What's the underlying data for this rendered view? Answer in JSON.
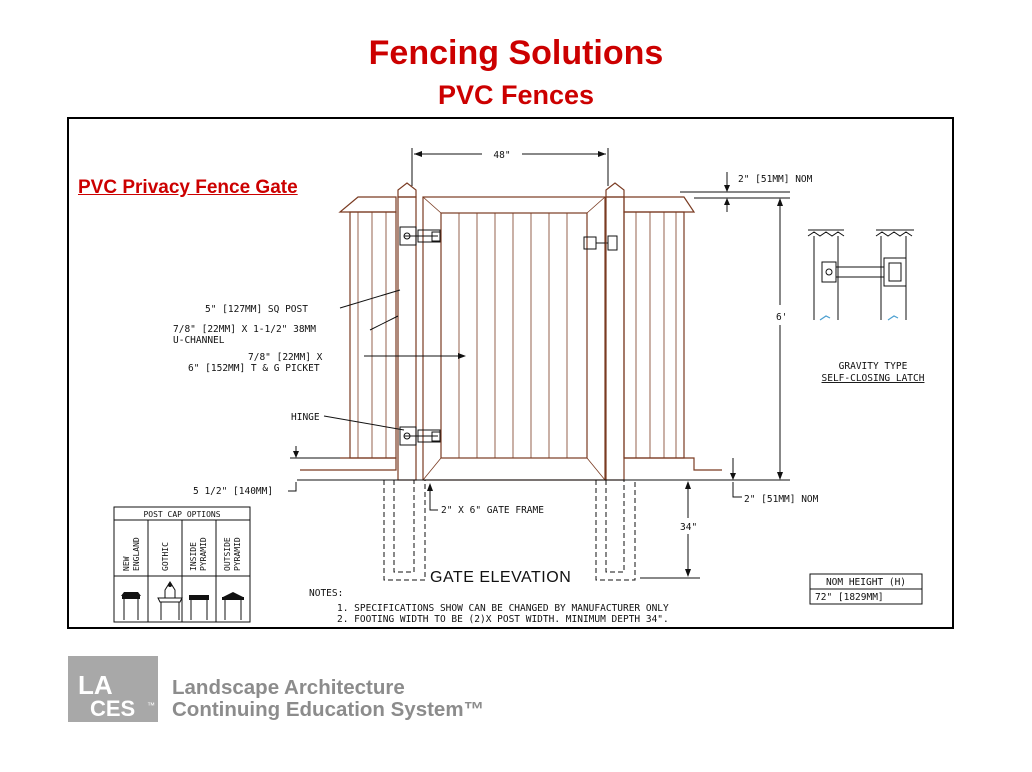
{
  "slide": {
    "title": "Fencing Solutions",
    "subtitle": "PVC Fences",
    "gate_title": "PVC Privacy Fence Gate"
  },
  "labels": {
    "width": "48\"",
    "cap_height": "2\" [51MM] NOM",
    "height": "6'",
    "bottom_gap": "2\" [51MM] NOM",
    "depth": "34\"",
    "post": "5\" [127MM] SQ POST",
    "uchannel_1": "7/8\" [22MM] X 1-1/2\" 38MM",
    "uchannel_2": "U-CHANNEL",
    "picket_1": "7/8\" [22MM] X",
    "picket_2": "6\" [152MM] T & G PICKET",
    "hinge": "HINGE",
    "offset": "5 1/2\" [140MM]",
    "gate_frame": "2\" X 6\" GATE FRAME",
    "gate_elevation": "GATE ELEVATION",
    "latch_1": "GRAVITY TYPE",
    "latch_2": "SELF-CLOSING LATCH",
    "notes_title": "NOTES:",
    "note_1": "1. SPECIFICATIONS SHOW CAN BE CHANGED BY MANUFACTURER ONLY",
    "note_2": "2. FOOTING WIDTH TO BE (2)X POST WIDTH. MINIMUM DEPTH 34\"."
  },
  "post_caps": {
    "header": "POST CAP OPTIONS",
    "options": [
      {
        "line1": "NEW",
        "line2": "ENGLAND"
      },
      {
        "line1": "GOTHIC",
        "line2": ""
      },
      {
        "line1": "INSIDE",
        "line2": "PYRAMID"
      },
      {
        "line1": "OUTSIDE",
        "line2": "PYRAMID"
      }
    ]
  },
  "nom_table": {
    "header": "NOM HEIGHT (H)",
    "value": "72\" [1829MM]"
  },
  "footer": {
    "logo_top": "LA",
    "logo_bottom": "CES",
    "trademark": "™",
    "line1": "Landscape Architecture",
    "line2": "Continuing Education System™"
  },
  "colors": {
    "title": "#cc0000",
    "fence": "#7a3b22",
    "logo_gray": "#a8a8a8"
  }
}
